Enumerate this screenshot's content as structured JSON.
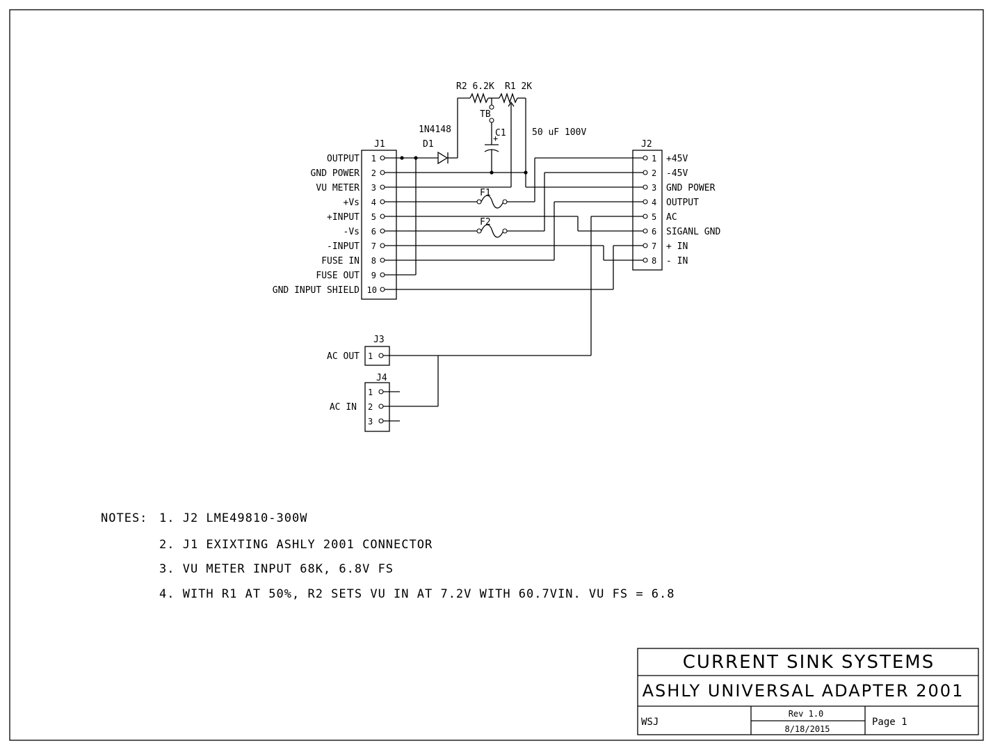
{
  "components": {
    "r2": "R2 6.2K",
    "r1": "R1 2K",
    "tb": "TB",
    "c1": "C1",
    "c1_plus": "+",
    "c1_value": "50 uF 100V",
    "d1_part": "1N4148",
    "d1": "D1",
    "f1": "F1",
    "f2": "F2"
  },
  "j1": {
    "ref": "J1",
    "pins": [
      {
        "num": "1",
        "label": "OUTPUT"
      },
      {
        "num": "2",
        "label": "GND POWER"
      },
      {
        "num": "3",
        "label": "VU METER"
      },
      {
        "num": "4",
        "label": "+Vs"
      },
      {
        "num": "5",
        "label": "+INPUT"
      },
      {
        "num": "6",
        "label": "-Vs"
      },
      {
        "num": "7",
        "label": "-INPUT"
      },
      {
        "num": "8",
        "label": "FUSE IN"
      },
      {
        "num": "9",
        "label": "FUSE OUT"
      },
      {
        "num": "10",
        "label": "GND INPUT SHIELD"
      }
    ]
  },
  "j2": {
    "ref": "J2",
    "pins": [
      {
        "num": "1",
        "label": "+45V"
      },
      {
        "num": "2",
        "label": "-45V"
      },
      {
        "num": "3",
        "label": "GND POWER"
      },
      {
        "num": "4",
        "label": "OUTPUT"
      },
      {
        "num": "5",
        "label": "AC"
      },
      {
        "num": "6",
        "label": "SIGANL GND"
      },
      {
        "num": "7",
        "label": "+ IN"
      },
      {
        "num": "8",
        "label": "- IN"
      }
    ]
  },
  "j3": {
    "ref": "J3",
    "label": "AC OUT",
    "pins": [
      {
        "num": "1"
      }
    ]
  },
  "j4": {
    "ref": "J4",
    "label": "AC IN",
    "pins": [
      {
        "num": "1"
      },
      {
        "num": "2"
      },
      {
        "num": "3"
      }
    ]
  },
  "notes": {
    "heading": "NOTES:",
    "items": [
      "1. J2  LME49810-300W",
      "2. J1 EXIXTING ASHLY 2001 CONNECTOR",
      "3. VU METER INPUT 68K, 6.8V FS",
      "4. WITH R1 AT 50%, R2 SETS VU IN AT 7.2V WITH 60.7VIN. VU FS = 6.8"
    ]
  },
  "title_block": {
    "company": "CURRENT SINK SYSTEMS",
    "title": "ASHLY UNIVERSAL ADAPTER 2001",
    "author": "WSJ",
    "revision": "Rev 1.0",
    "date": "8/18/2015",
    "page": "Page 1"
  }
}
